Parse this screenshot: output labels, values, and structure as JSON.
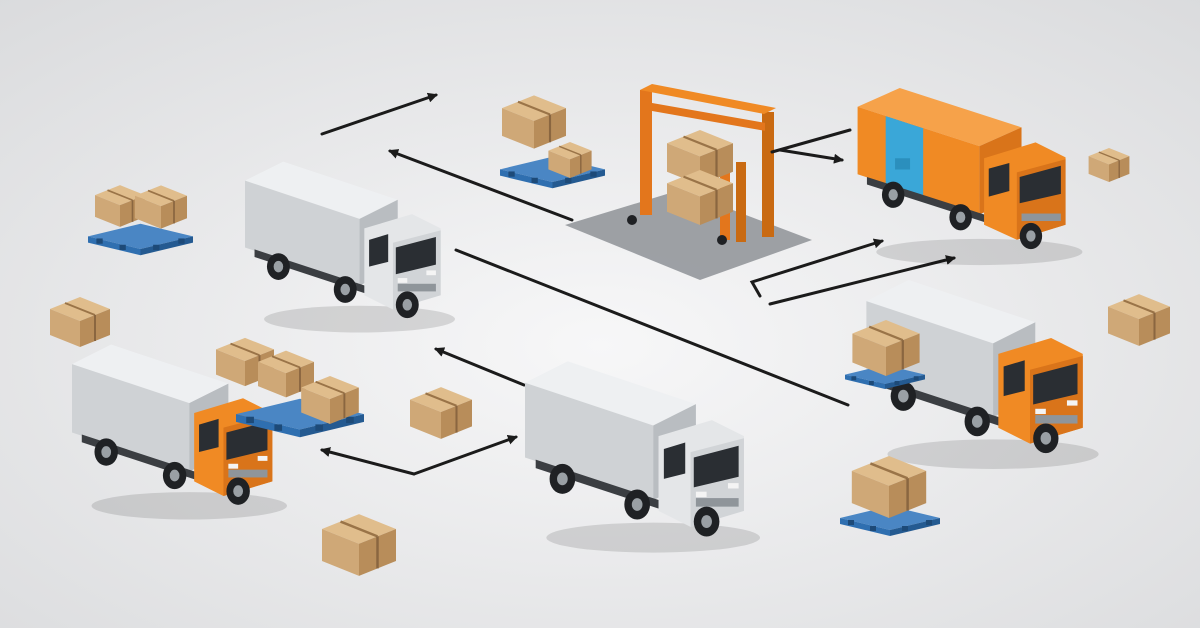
{
  "scene": {
    "subject": "logistics-distribution-illustration",
    "colors": {
      "background_light": "#f7f7f8",
      "background_dark": "#dadbdd",
      "truck_orange": "#f08a24",
      "truck_orange_dark": "#c96a12",
      "truck_white": "#e4e6e8",
      "truck_grey_box": "#cfd2d5",
      "cargo_box": "#cfa877",
      "cargo_box_dark": "#a97f4f",
      "pallet_blue": "#2f6fb0",
      "arrow": "#1b1b1b",
      "dock_plate": "#8e9296",
      "loading_frame": "#e3761c",
      "container_stripe": "#3aa7d8"
    },
    "icons": [
      "truck",
      "cargo-box",
      "pallet",
      "loading-dock",
      "direction-arrow"
    ]
  }
}
